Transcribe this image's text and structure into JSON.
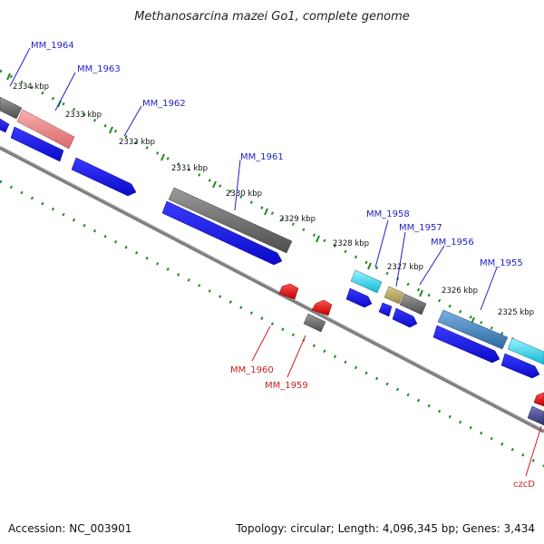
{
  "title": "Methanosarcina mazei Go1, complete genome",
  "footer": {
    "accession": "Accession: NC_003901",
    "summary": "Topology: circular; Length: 4,096,345 bp; Genes: 3,434"
  },
  "kbp_labels": [
    "2334 kbp",
    "2333 kbp",
    "2332 kbp",
    "2331 kbp",
    "2330 kbp",
    "2329 kbp",
    "2328 kbp",
    "2327 kbp",
    "2326 kbp",
    "2325 kbp"
  ],
  "gene_labels_blue": [
    "MM_1964",
    "MM_1963",
    "MM_1962",
    "MM_1961",
    "MM_1958",
    "MM_1957",
    "MM_1956",
    "MM_1955"
  ],
  "gene_labels_red": [
    "MM_1960",
    "MM_1959",
    "czcD"
  ],
  "colors": {
    "blue_gene": "#1010e0",
    "red_gene": "#ee1010",
    "gray_feature": "#6e6e6e",
    "salmon_feature": "#f08888",
    "cyan_feature": "#20d8f0",
    "olive_feature": "#b8a860",
    "steel_feature": "#4a86c0",
    "indigo_feature": "#4a4a90",
    "tick_green": "#1a8a1a",
    "backbone": "#808080"
  }
}
